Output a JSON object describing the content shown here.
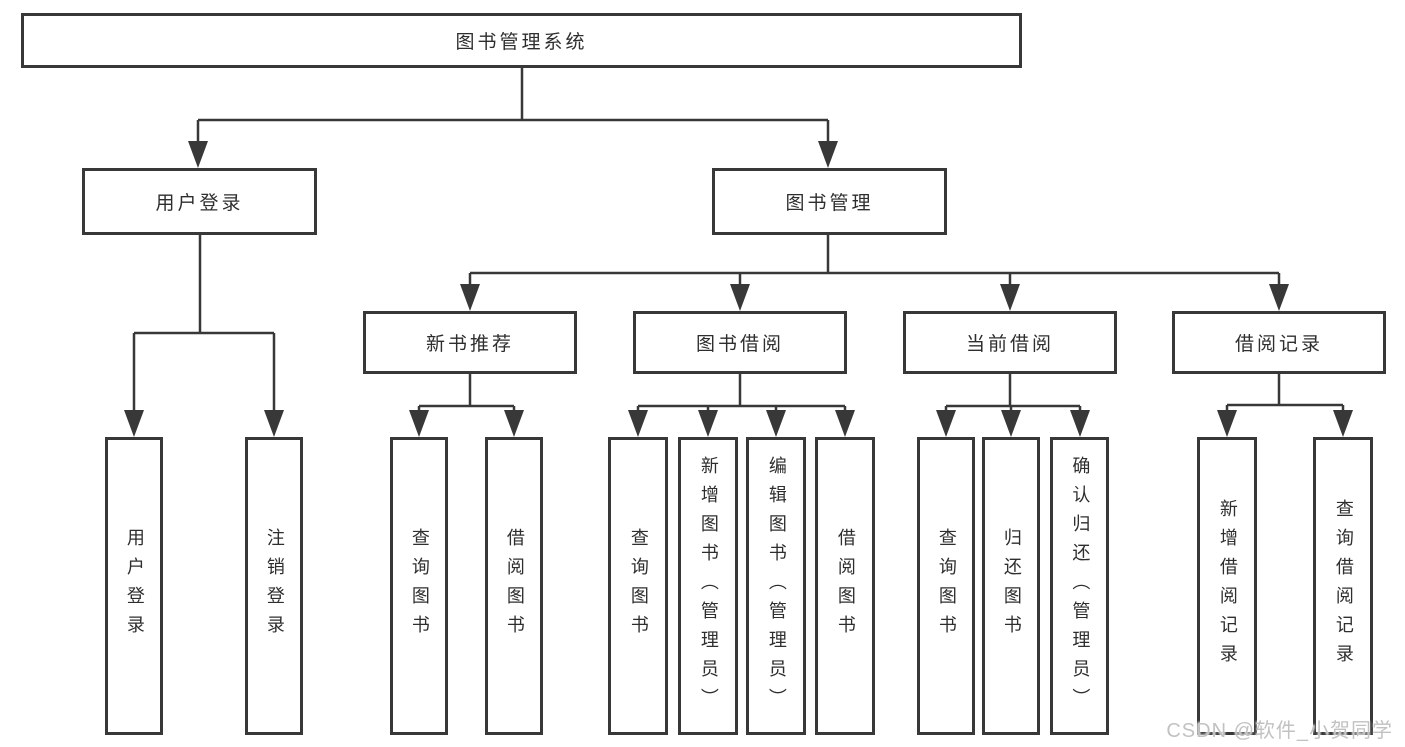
{
  "diagram": {
    "root": {
      "label": "图书管理系统"
    },
    "branches": [
      {
        "label": "用户登录",
        "children": [
          {
            "label": "用户登录"
          },
          {
            "label": "注销登录"
          }
        ]
      },
      {
        "label": "图书管理",
        "children": [
          {
            "label": "新书推荐",
            "children": [
              {
                "label": "查询图书"
              },
              {
                "label": "借阅图书"
              }
            ]
          },
          {
            "label": "图书借阅",
            "children": [
              {
                "label": "查询图书"
              },
              {
                "label": "新增图书（管理员）"
              },
              {
                "label": "编辑图书（管理员）"
              },
              {
                "label": "借阅图书"
              }
            ]
          },
          {
            "label": "当前借阅",
            "children": [
              {
                "label": "查询图书"
              },
              {
                "label": "归还图书"
              },
              {
                "label": "确认归还（管理员）"
              }
            ]
          },
          {
            "label": "借阅记录",
            "children": [
              {
                "label": "新增借阅记录"
              },
              {
                "label": "查询借阅记录"
              }
            ]
          }
        ]
      }
    ]
  },
  "watermark": "CSDN @软件_小贺同学",
  "colors": {
    "line": "#383838",
    "box_border": "#383838",
    "text": "#2e2e2e",
    "watermark": "#c2c2c2",
    "background": "#ffffff"
  }
}
